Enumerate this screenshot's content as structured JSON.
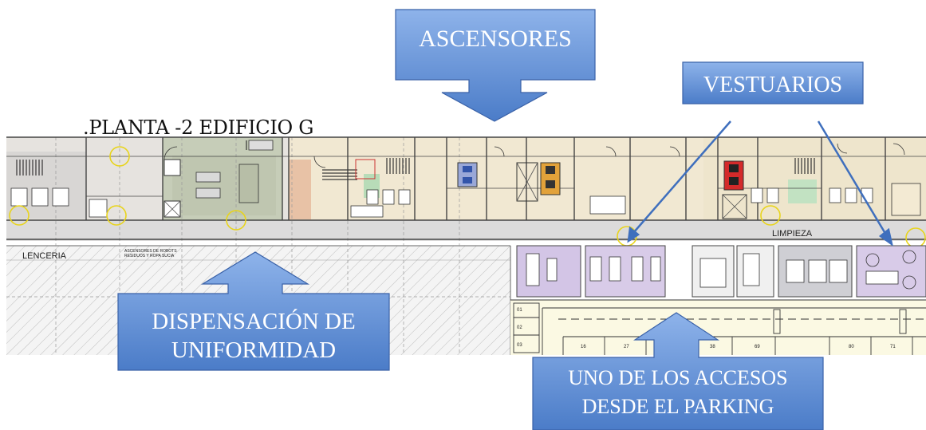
{
  "title": ".PLANTA -2 EDIFICIO G",
  "callouts": {
    "ascensores": "ASCENSORES",
    "vestuarios": "VESTUARIOS",
    "dispensacion_line1": "DISPENSACIÓN DE",
    "dispensacion_line2": "UNIFORMIDAD",
    "acceso_line1": "UNO DE LOS ACCESOS",
    "acceso_line2": "DESDE EL PARKING"
  },
  "plan_labels": {
    "lenceria": "LENCERIA",
    "limpieza": "LIMPIEZA",
    "ascensores_robots_1": "ASCENSORES DE ROBOTS",
    "ascensores_robots_2": "RESIDUOS Y ROPA SUCIA"
  },
  "parking_numbers": [
    "01",
    "02",
    "03",
    "16",
    "27",
    "38",
    "69",
    "80",
    "71"
  ],
  "colors": {
    "callout_fill_top": "#7fa6e0",
    "callout_fill_bottom": "#4a78c4",
    "callout_stroke": "#3a62a8",
    "room_purple": "#d6c8e8",
    "room_beige": "#efe6cf",
    "room_green": "#c9d6bf",
    "corridor": "#e2e1e1"
  }
}
